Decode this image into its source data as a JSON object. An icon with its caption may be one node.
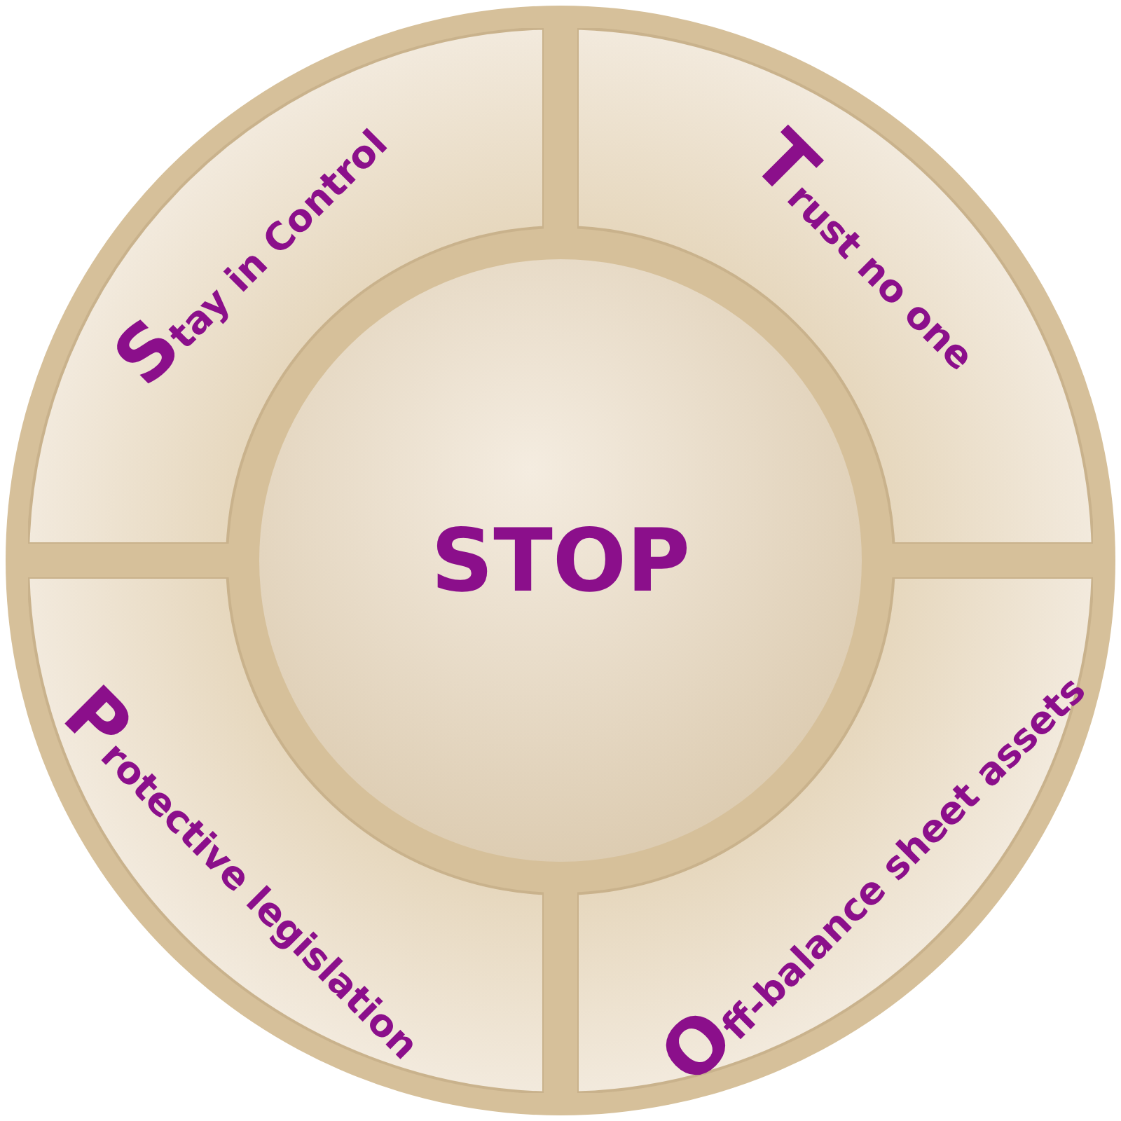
{
  "diagram": {
    "nodes": [
      {
        "text": [
          "Stay in Control"
        ]
      },
      {
        "text": [
          "Trust no one"
        ]
      },
      {
        "text": [
          "STOP"
        ]
      },
      {
        "text": [
          "Protective legislation"
        ]
      },
      {
        "text": [
          "Off-balance sheet assets"
        ]
      }
    ]
  }
}
